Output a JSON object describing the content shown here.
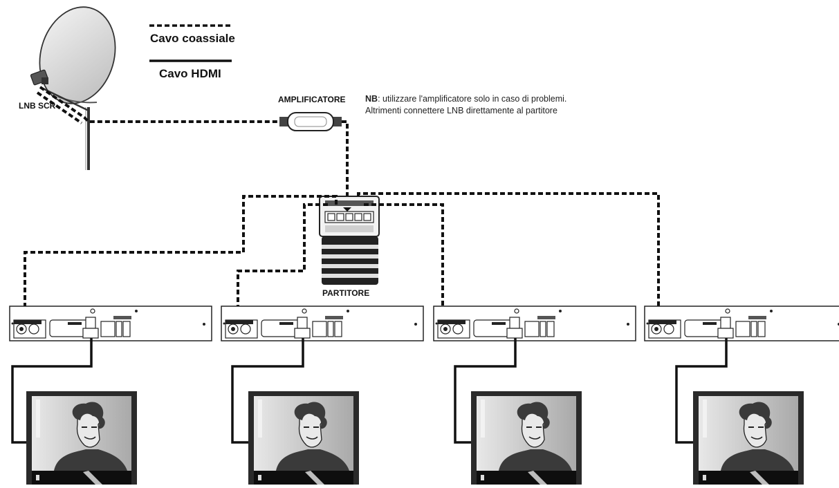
{
  "legend": {
    "coax_label": "Cavo coassiale",
    "hdmi_label": "Cavo HDMI"
  },
  "labels": {
    "lnb": "LNB SCR",
    "amplifier": "AMPLIFICATORE",
    "splitter": "PARTITORE"
  },
  "note": {
    "prefix": "NB",
    "line1": ": utilizzare l'amplificatore solo in caso di problemi.",
    "line2": "Altrimenti connettere LNB direttamente al partitore"
  },
  "colors": {
    "cable": "#111111",
    "device_stroke": "#222222",
    "tv_frame": "#2a2a2a",
    "screen": "#cfcfcf"
  },
  "receivers_count_shown": 4
}
